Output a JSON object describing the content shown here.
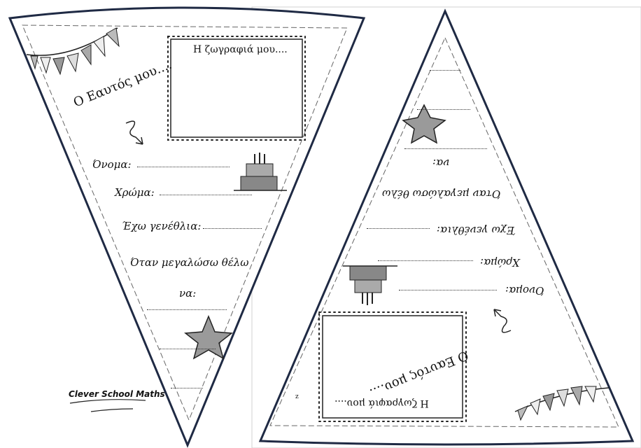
{
  "left_pennant": {
    "title": "Ο Εαυτός μου....",
    "drawing_label": "Η ζωγραφιά μου....",
    "fields": {
      "name": "Όνομα:",
      "color": "Χρώμα:",
      "birthday": "Έχω γενέθλια:",
      "when_i_grow_up": "Όταν μεγαλώσω θέλω",
      "to": "να:"
    },
    "brand": "Clever School Maths"
  },
  "right_pennant": {
    "title": "Ο Εαυτός μου....",
    "drawing_label": "Η ζωγραφιά μου....",
    "fields": {
      "name": "Όνομα:",
      "color": "Χρώμα:",
      "birthday": "Έχω γενέθλια:",
      "when_i_grow_up": "Όταν μεγαλώσω θέλω",
      "to": "να:"
    },
    "page_mark": "z"
  },
  "icons": [
    "bunting-icon",
    "curly-arrow-icon",
    "birthday-cake-icon",
    "star-icon"
  ],
  "colors": {
    "outline": "#1f2a44",
    "ink": "#111111"
  }
}
